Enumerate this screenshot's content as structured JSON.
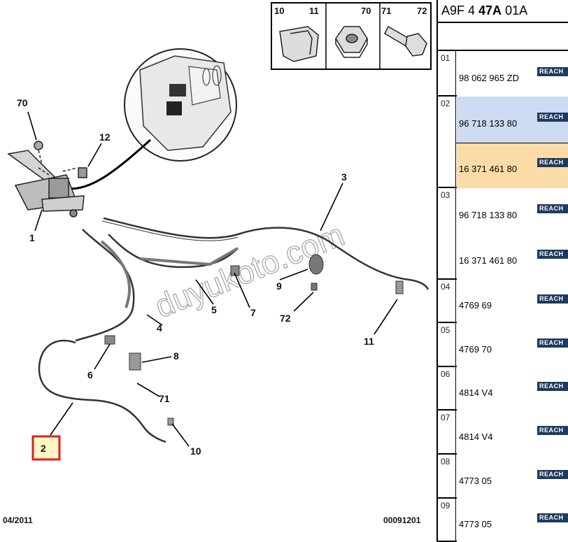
{
  "reference": {
    "prefix": "A9F 4 ",
    "bold": "47A",
    "suffix": " 01A"
  },
  "legend": {
    "labels": [
      "10",
      "11",
      "70",
      "71",
      "72"
    ]
  },
  "callouts": [
    {
      "num": "70"
    },
    {
      "num": "12"
    },
    {
      "num": "1"
    },
    {
      "num": "3"
    },
    {
      "num": "9"
    },
    {
      "num": "72"
    },
    {
      "num": "11"
    },
    {
      "num": "5"
    },
    {
      "num": "7"
    },
    {
      "num": "4"
    },
    {
      "num": "8"
    },
    {
      "num": "6"
    },
    {
      "num": "71"
    },
    {
      "num": "10"
    },
    {
      "num": "2"
    }
  ],
  "footer": {
    "date": "04/2011",
    "code": "00091201"
  },
  "watermark": "duyukoto.com",
  "reach_label": "REACH",
  "rows": [
    {
      "idx": "01",
      "items": [
        {
          "pn": "98 062 965 ZD",
          "bg": "#ffffff"
        }
      ]
    },
    {
      "idx": "02",
      "items": [
        {
          "pn": "96 718 133 80",
          "bg": "#ccdaf2"
        },
        {
          "pn": "16 371 461 80",
          "bg": "#fbdca6"
        }
      ]
    },
    {
      "idx": "03",
      "items": [
        {
          "pn": "96 718 133 80",
          "bg": "#ffffff"
        },
        {
          "pn": "16 371 461 80",
          "bg": "#ffffff"
        }
      ]
    },
    {
      "idx": "04",
      "items": [
        {
          "pn": "4769 69",
          "bg": "#ffffff"
        }
      ]
    },
    {
      "idx": "05",
      "items": [
        {
          "pn": "4769 70",
          "bg": "#ffffff"
        }
      ]
    },
    {
      "idx": "06",
      "items": [
        {
          "pn": "4814 V4",
          "bg": "#ffffff"
        }
      ]
    },
    {
      "idx": "07",
      "items": [
        {
          "pn": "4814 V4",
          "bg": "#ffffff"
        }
      ]
    },
    {
      "idx": "08",
      "items": [
        {
          "pn": "4773 05",
          "bg": "#ffffff"
        }
      ]
    },
    {
      "idx": "09",
      "items": [
        {
          "pn": "4773 05",
          "bg": "#ffffff"
        }
      ]
    }
  ]
}
